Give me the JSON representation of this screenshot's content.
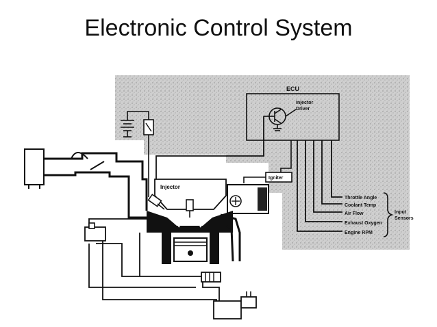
{
  "slide": {
    "title": "Electronic Control System"
  },
  "diagram": {
    "ecu_label": "ECU",
    "injector_driver_line1": "Injector",
    "injector_driver_line2": "Driver",
    "igniter_label": "Igniter",
    "injector_label": "Injector",
    "sensors": [
      "Throttle Angle",
      "Coolant Temp",
      "Air Flow",
      "Exhaust Oxygen",
      "Engine RPM"
    ],
    "input_sensors_line1": "Input",
    "input_sensors_line2": "Sensors"
  },
  "colors": {
    "ink": "#111111",
    "shade": "#c9c9c9",
    "background": "#ffffff"
  }
}
